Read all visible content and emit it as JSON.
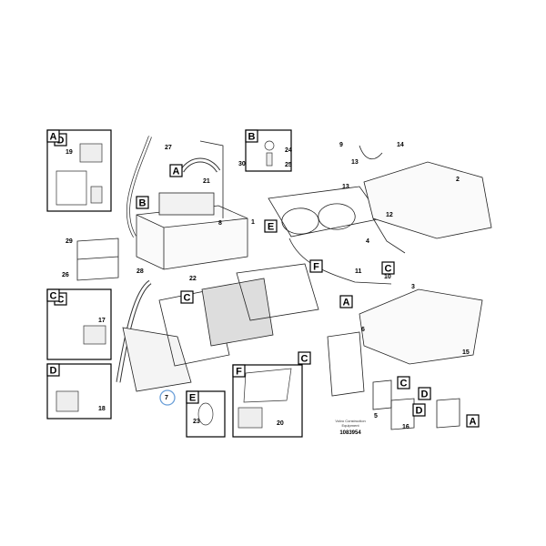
{
  "diagram": {
    "callout_numbers": [
      "1",
      "2",
      "3",
      "4",
      "5",
      "6",
      "7",
      "8",
      "9",
      "10",
      "11",
      "12",
      "13",
      "13",
      "14",
      "15",
      "16",
      "17",
      "18",
      "19",
      "20",
      "21",
      "22",
      "23",
      "24",
      "25",
      "26",
      "27",
      "28",
      "29",
      "30"
    ],
    "reference_letters": [
      "A",
      "B",
      "E",
      "F",
      "C",
      "A",
      "C",
      "C",
      "C",
      "D",
      "D",
      "A",
      "D",
      "C"
    ],
    "inset_boxes": [
      {
        "letter": "A",
        "parts": [
          "19"
        ]
      },
      {
        "letter": "B",
        "parts": [
          "24",
          "25"
        ]
      },
      {
        "letter": "C",
        "parts": [
          "17"
        ]
      },
      {
        "letter": "D",
        "parts": [
          "18"
        ]
      },
      {
        "letter": "E",
        "parts": [
          "23"
        ]
      },
      {
        "letter": "F",
        "parts": [
          "20"
        ]
      }
    ],
    "highlighted_part": "7",
    "highlight_color": "#6a9fd8",
    "watermark": {
      "line1": "Volvo Construction",
      "line2": "Equipment",
      "code": "1083954"
    }
  }
}
